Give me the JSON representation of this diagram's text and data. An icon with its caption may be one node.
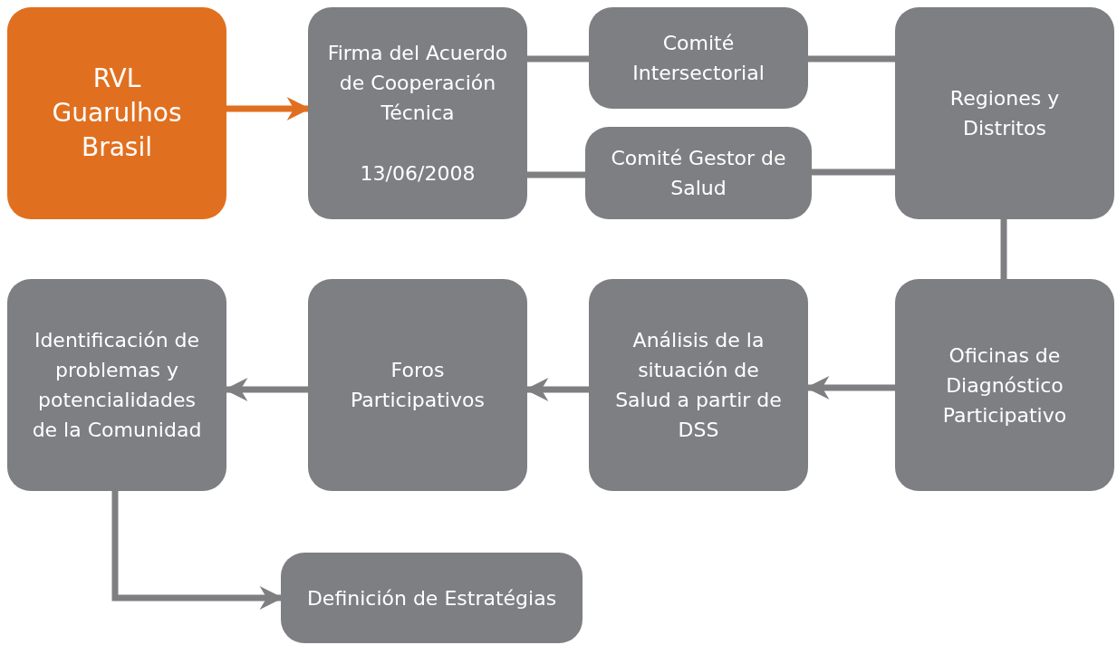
{
  "diagram": {
    "nodes": [
      {
        "text": [
          "RVL Guarulhos Brasil"
        ]
      },
      {
        "text": [
          "Firma del Acuerdo de Cooperación Técnica",
          "13/06/2008"
        ]
      },
      {
        "text": [
          "Comité Intersectorial"
        ]
      },
      {
        "text": [
          "Comité Gestor de Salud"
        ]
      },
      {
        "text": [
          "Regiones y Distritos"
        ]
      },
      {
        "text": [
          "Oficinas de Diagnóstico Participativo"
        ]
      },
      {
        "text": [
          "Análisis de la situación de Salud a partir de DSS"
        ]
      },
      {
        "text": [
          "Foros Participativos"
        ]
      },
      {
        "text": [
          "Identificación de problemas y potencialidades de la Comunidad"
        ]
      },
      {
        "text": [
          "Definición de Estratégias"
        ]
      }
    ],
    "edges": [
      {
        "from": 0,
        "to": 1,
        "arrow": "to",
        "color": "#e07020"
      },
      {
        "from": 1,
        "to": 2,
        "arrow": "none"
      },
      {
        "from": 2,
        "to": 4,
        "arrow": "none"
      },
      {
        "from": 1,
        "to": 3,
        "arrow": "none"
      },
      {
        "from": 3,
        "to": 4,
        "arrow": "none"
      },
      {
        "from": 4,
        "to": 5,
        "arrow": "none"
      },
      {
        "from": 5,
        "to": 6,
        "arrow": "to"
      },
      {
        "from": 6,
        "to": 7,
        "arrow": "to"
      },
      {
        "from": 7,
        "to": 8,
        "arrow": "to"
      },
      {
        "from": 8,
        "to": 9,
        "arrow": "to"
      }
    ]
  }
}
